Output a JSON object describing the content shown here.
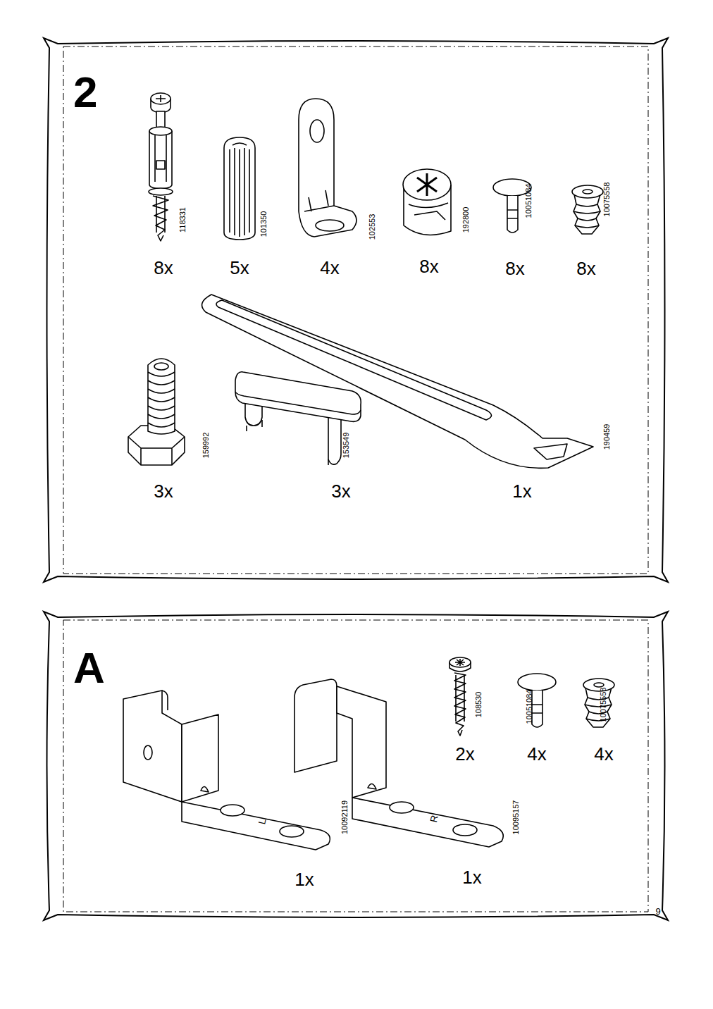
{
  "diagram": {
    "nodes": [
      {
        "text": [
          "2"
        ]
      },
      {
        "text": [
          "A"
        ]
      }
    ],
    "labels": [
      "118331",
      "8x",
      "101350",
      "5x",
      "102553",
      "4x",
      "192800",
      "8x",
      "10051084",
      "8x",
      "10075558",
      "8x",
      "159992",
      "3x",
      "153549",
      "3x",
      "190459",
      "1x",
      "108530",
      "2x",
      "10051084",
      "4x",
      "10075558",
      "4x",
      "L",
      "10092119",
      "1x",
      "R",
      "10095157",
      "1x",
      "9"
    ]
  }
}
